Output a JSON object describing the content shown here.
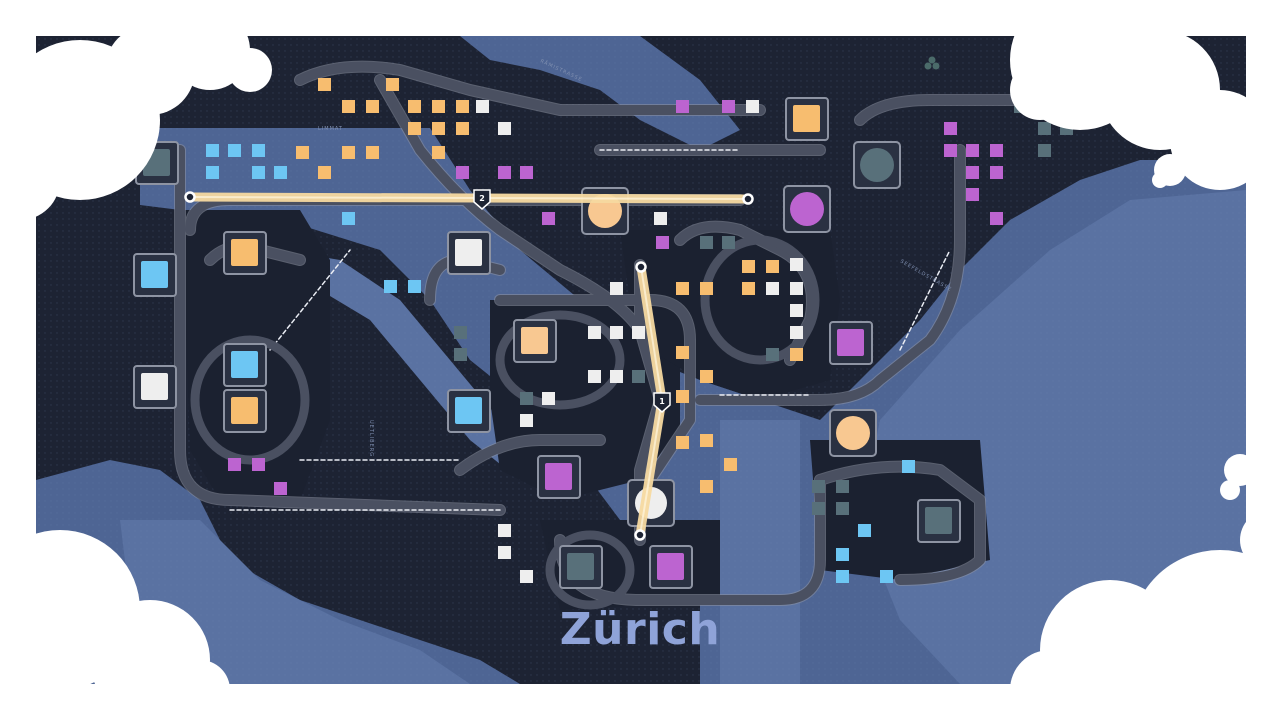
{
  "map": {
    "city": "Zürich",
    "street_labels": [
      "LIMMAT",
      "RÄMISTRASSE",
      "SEEFELDSTRASSE",
      "UETLIBERG"
    ]
  },
  "metro_lines": [
    {
      "number": "1",
      "color": "#f6d9a0"
    },
    {
      "number": "2",
      "color": "#f6d9a0"
    }
  ],
  "colors": {
    "land": "#1d2333",
    "land_shade": "#131827",
    "water": "#4e6594",
    "water_light": "#5a72a2",
    "road": "#4a5061",
    "road_edge": "#8e94a3",
    "cloud": "#ffffff",
    "building_orange": "#f7bd6f",
    "building_blue": "#6dc6f3",
    "building_magenta": "#bc64d0",
    "building_white": "#eeeeee",
    "building_slate": "#58707a",
    "building_peach": "#f8c891"
  }
}
